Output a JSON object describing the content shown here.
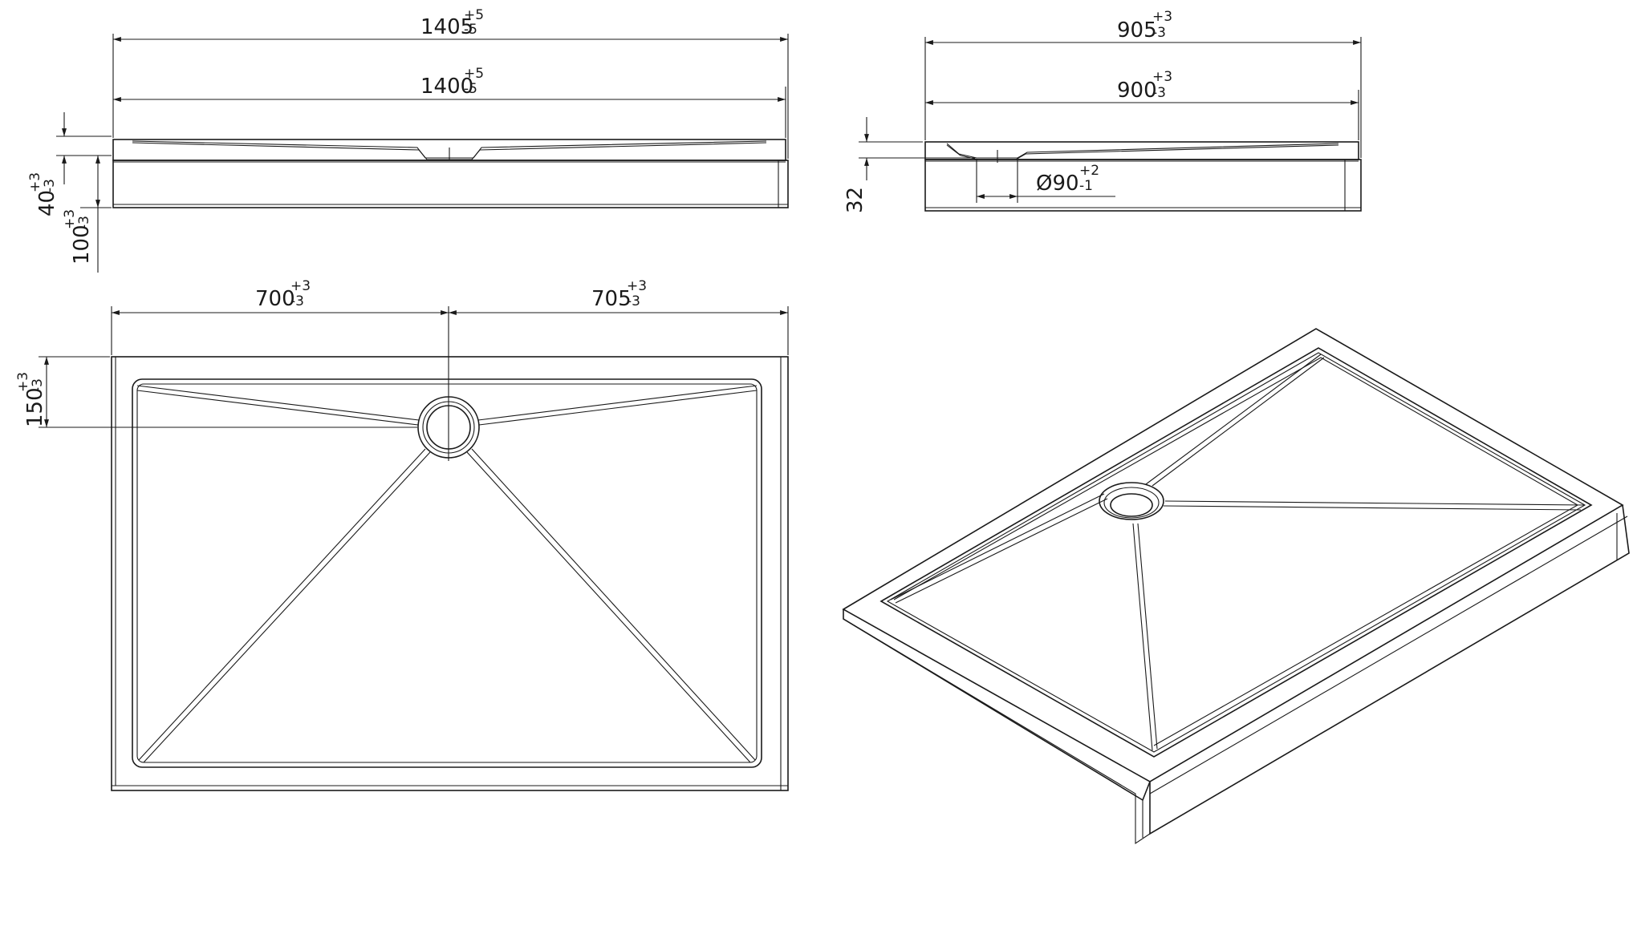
{
  "dimensions": {
    "overall_length": {
      "base": "1405",
      "upper": "+5",
      "lower": "-5"
    },
    "inner_length": {
      "base": "1400",
      "upper": "+5",
      "lower": "-5"
    },
    "overall_width": {
      "base": "905",
      "upper": "+3",
      "lower": "-3"
    },
    "inner_width": {
      "base": "900",
      "upper": "+3",
      "lower": "-3"
    },
    "drain_offset_left": {
      "base": "700",
      "upper": "+3",
      "lower": "-3"
    },
    "drain_offset_right": {
      "base": "705",
      "upper": "+3",
      "lower": "-3"
    },
    "drain_offset_top": {
      "base": "150",
      "upper": "+3",
      "lower": "-3"
    },
    "rim_height": {
      "base": "40",
      "upper": "+3",
      "lower": "-3"
    },
    "total_height": {
      "base": "100",
      "upper": "+3",
      "lower": "-3"
    },
    "drain_depth": {
      "base": "32"
    },
    "drain_diameter": {
      "base": "Ø90",
      "upper": "+2",
      "lower": "-1"
    }
  }
}
